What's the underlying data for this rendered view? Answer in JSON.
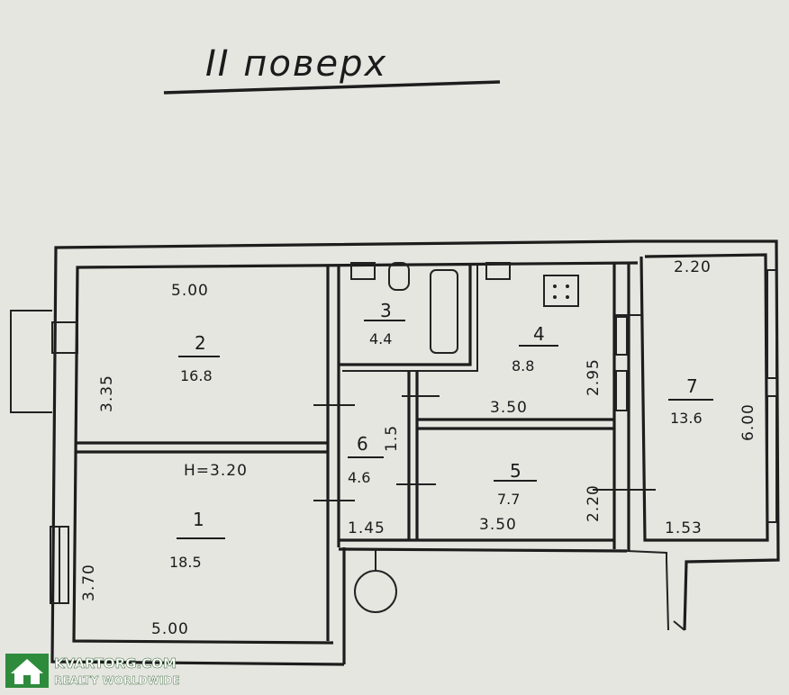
{
  "plan": {
    "title": "II поверх",
    "rooms": [
      {
        "id": "1",
        "number": "1",
        "area": "18.5"
      },
      {
        "id": "2",
        "number": "2",
        "area": "16.8"
      },
      {
        "id": "3",
        "number": "3",
        "area": "4.4"
      },
      {
        "id": "4",
        "number": "4",
        "area": "8.8"
      },
      {
        "id": "5",
        "number": "5",
        "area": "7.7"
      },
      {
        "id": "6",
        "number": "6",
        "area": "4.6"
      },
      {
        "id": "7",
        "number": "7",
        "area": "13.6"
      }
    ],
    "dimensions": {
      "room2_width": "5.00",
      "room2_depth": "3.35",
      "ceiling_height": "Н=3.20",
      "room1_depth": "3.70",
      "room1_width": "5.00",
      "room4_depth": "2.95",
      "room4_width": "3.50",
      "room5_width": "3.50",
      "room5_depth": "2.20",
      "room6_width": "1.45",
      "room6_depth": "1.5",
      "room7_top": "2.20",
      "room7_depth": "6.00",
      "room7_bottom": "1.53"
    }
  },
  "watermark": {
    "brand": "KVARTORG.COM",
    "tagline": "REALTY WORLDWIDE"
  }
}
